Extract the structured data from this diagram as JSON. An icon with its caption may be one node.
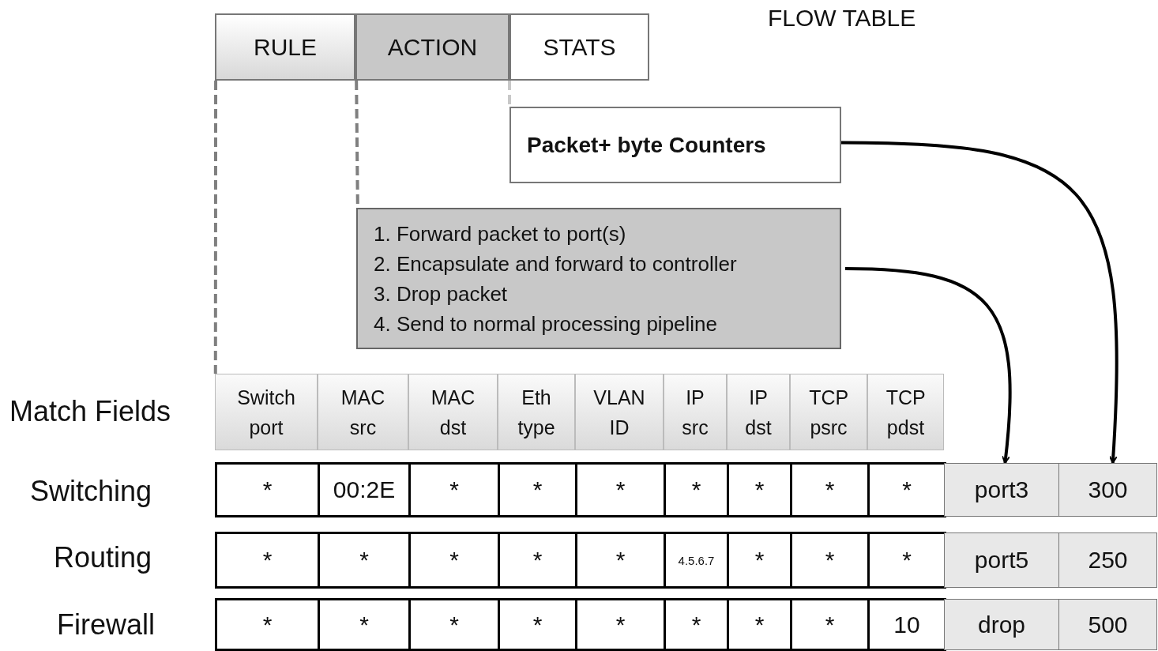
{
  "diagram": {
    "title": "FLOW TABLE",
    "nodes": [
      {
        "text": [
          "RULE"
        ]
      },
      {
        "text": [
          "ACTION"
        ]
      },
      {
        "text": [
          "STATS"
        ]
      },
      {
        "text": [
          "Packet+ byte Counters"
        ]
      },
      {
        "text": [
          "1. Forward packet to port(s)",
          "2. Encapsulate and forward to controller",
          "3. Drop packet",
          "4. Send to normal processing pipeline"
        ]
      },
      {
        "text": [
          "Switch port"
        ]
      },
      {
        "text": [
          "MAC src"
        ]
      },
      {
        "text": [
          "MAC dst"
        ]
      },
      {
        "text": [
          "Eth type"
        ]
      },
      {
        "text": [
          "VLAN ID"
        ]
      },
      {
        "text": [
          "IP src"
        ]
      },
      {
        "text": [
          "IP dst"
        ]
      },
      {
        "text": [
          "TCP psrc"
        ]
      },
      {
        "text": [
          "TCP pdst"
        ]
      },
      {
        "text": [
          "*"
        ]
      },
      {
        "text": [
          "00:2E"
        ]
      },
      {
        "text": [
          "*"
        ]
      },
      {
        "text": [
          "*"
        ]
      },
      {
        "text": [
          "*"
        ]
      },
      {
        "text": [
          "*"
        ]
      },
      {
        "text": [
          "*"
        ]
      },
      {
        "text": [
          "*"
        ]
      },
      {
        "text": [
          "*"
        ]
      },
      {
        "text": [
          "port3"
        ]
      },
      {
        "text": [
          "300"
        ]
      },
      {
        "text": [
          "*"
        ]
      },
      {
        "text": [
          "*"
        ]
      },
      {
        "text": [
          "*"
        ]
      },
      {
        "text": [
          "*"
        ]
      },
      {
        "text": [
          "*"
        ]
      },
      {
        "text": [
          "4.5.6.7"
        ]
      },
      {
        "text": [
          "*"
        ]
      },
      {
        "text": [
          "*"
        ]
      },
      {
        "text": [
          "*"
        ]
      },
      {
        "text": [
          "port5"
        ]
      },
      {
        "text": [
          "250"
        ]
      },
      {
        "text": [
          "*"
        ]
      },
      {
        "text": [
          "*"
        ]
      },
      {
        "text": [
          "*"
        ]
      },
      {
        "text": [
          "*"
        ]
      },
      {
        "text": [
          "*"
        ]
      },
      {
        "text": [
          "*"
        ]
      },
      {
        "text": [
          "*"
        ]
      },
      {
        "text": [
          "*"
        ]
      },
      {
        "text": [
          "10"
        ]
      },
      {
        "text": [
          "drop"
        ]
      },
      {
        "text": [
          "500"
        ]
      }
    ],
    "edges": [
      {
        "from": 0,
        "to": 5,
        "arrow": "none",
        "style": "dashed",
        "color": "#7f7f7f"
      },
      {
        "from": 1,
        "to": 4,
        "arrow": "none",
        "style": "dashed",
        "color": "#7f7f7f"
      },
      {
        "from": 2,
        "to": 3,
        "arrow": "none",
        "style": "dashed",
        "color": "#c8c8c8"
      },
      {
        "from": 3,
        "to": 24,
        "arrow": "to",
        "color": "#000000"
      },
      {
        "from": 4,
        "to": 23,
        "arrow": "to",
        "color": "#000000"
      }
    ],
    "labels": [
      "Match Fields",
      "Switching",
      "Routing",
      "Firewall"
    ]
  }
}
